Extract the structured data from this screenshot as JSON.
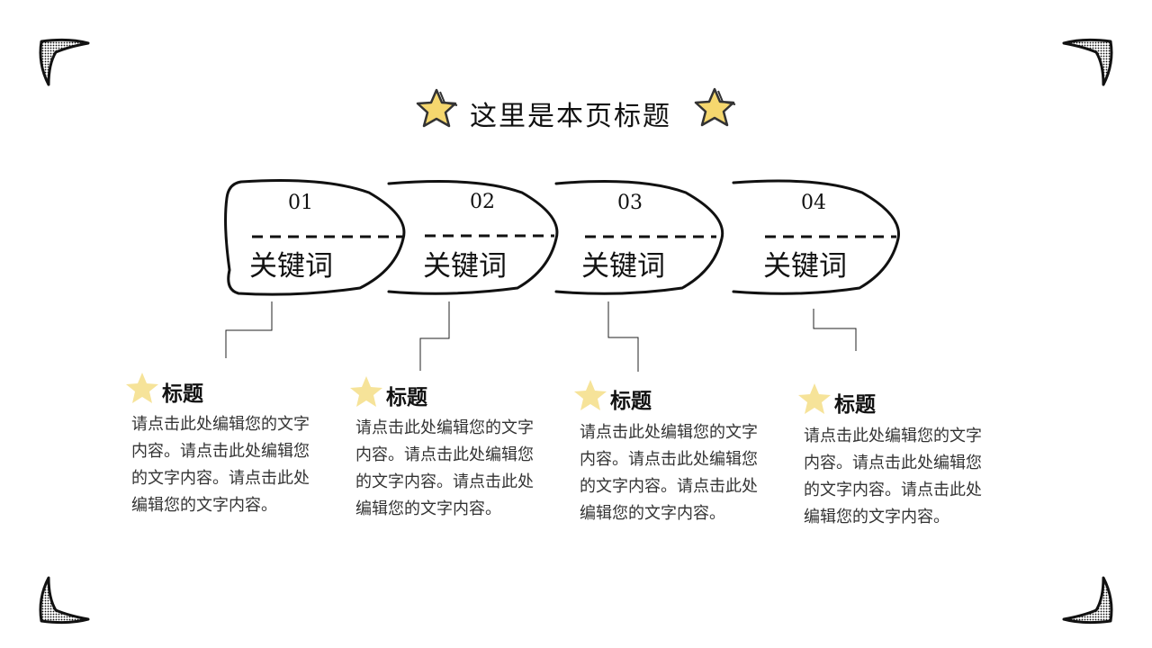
{
  "title": "这里是本页标题",
  "steps": [
    {
      "number": "01",
      "keyword": "关键词"
    },
    {
      "number": "02",
      "keyword": "关键词"
    },
    {
      "number": "03",
      "keyword": "关键词"
    },
    {
      "number": "04",
      "keyword": "关键词"
    }
  ],
  "items": [
    {
      "title": "标题",
      "lines": [
        "请点击此处编辑您的文字",
        "内容。请点击此处编辑您",
        "的文字内容。请点击此处",
        "编辑您的文字内容。"
      ]
    },
    {
      "title": "标题",
      "lines": [
        "请点击此处编辑您的文字",
        "内容。请点击此处编辑您",
        "的文字内容。请点击此处",
        "编辑您的文字内容。"
      ]
    },
    {
      "title": "标题",
      "lines": [
        "请点击此处编辑您的文字",
        "内容。请点击此处编辑您",
        "的文字内容。请点击此处",
        "编辑您的文字内容。"
      ]
    },
    {
      "title": "标题",
      "lines": [
        "请点击此处编辑您的文字",
        "内容。请点击此处编辑您",
        "的文字内容。请点击此处",
        "编辑您的文字内容。"
      ]
    }
  ],
  "colors": {
    "star": "#f5d76e",
    "ink": "#111111"
  }
}
